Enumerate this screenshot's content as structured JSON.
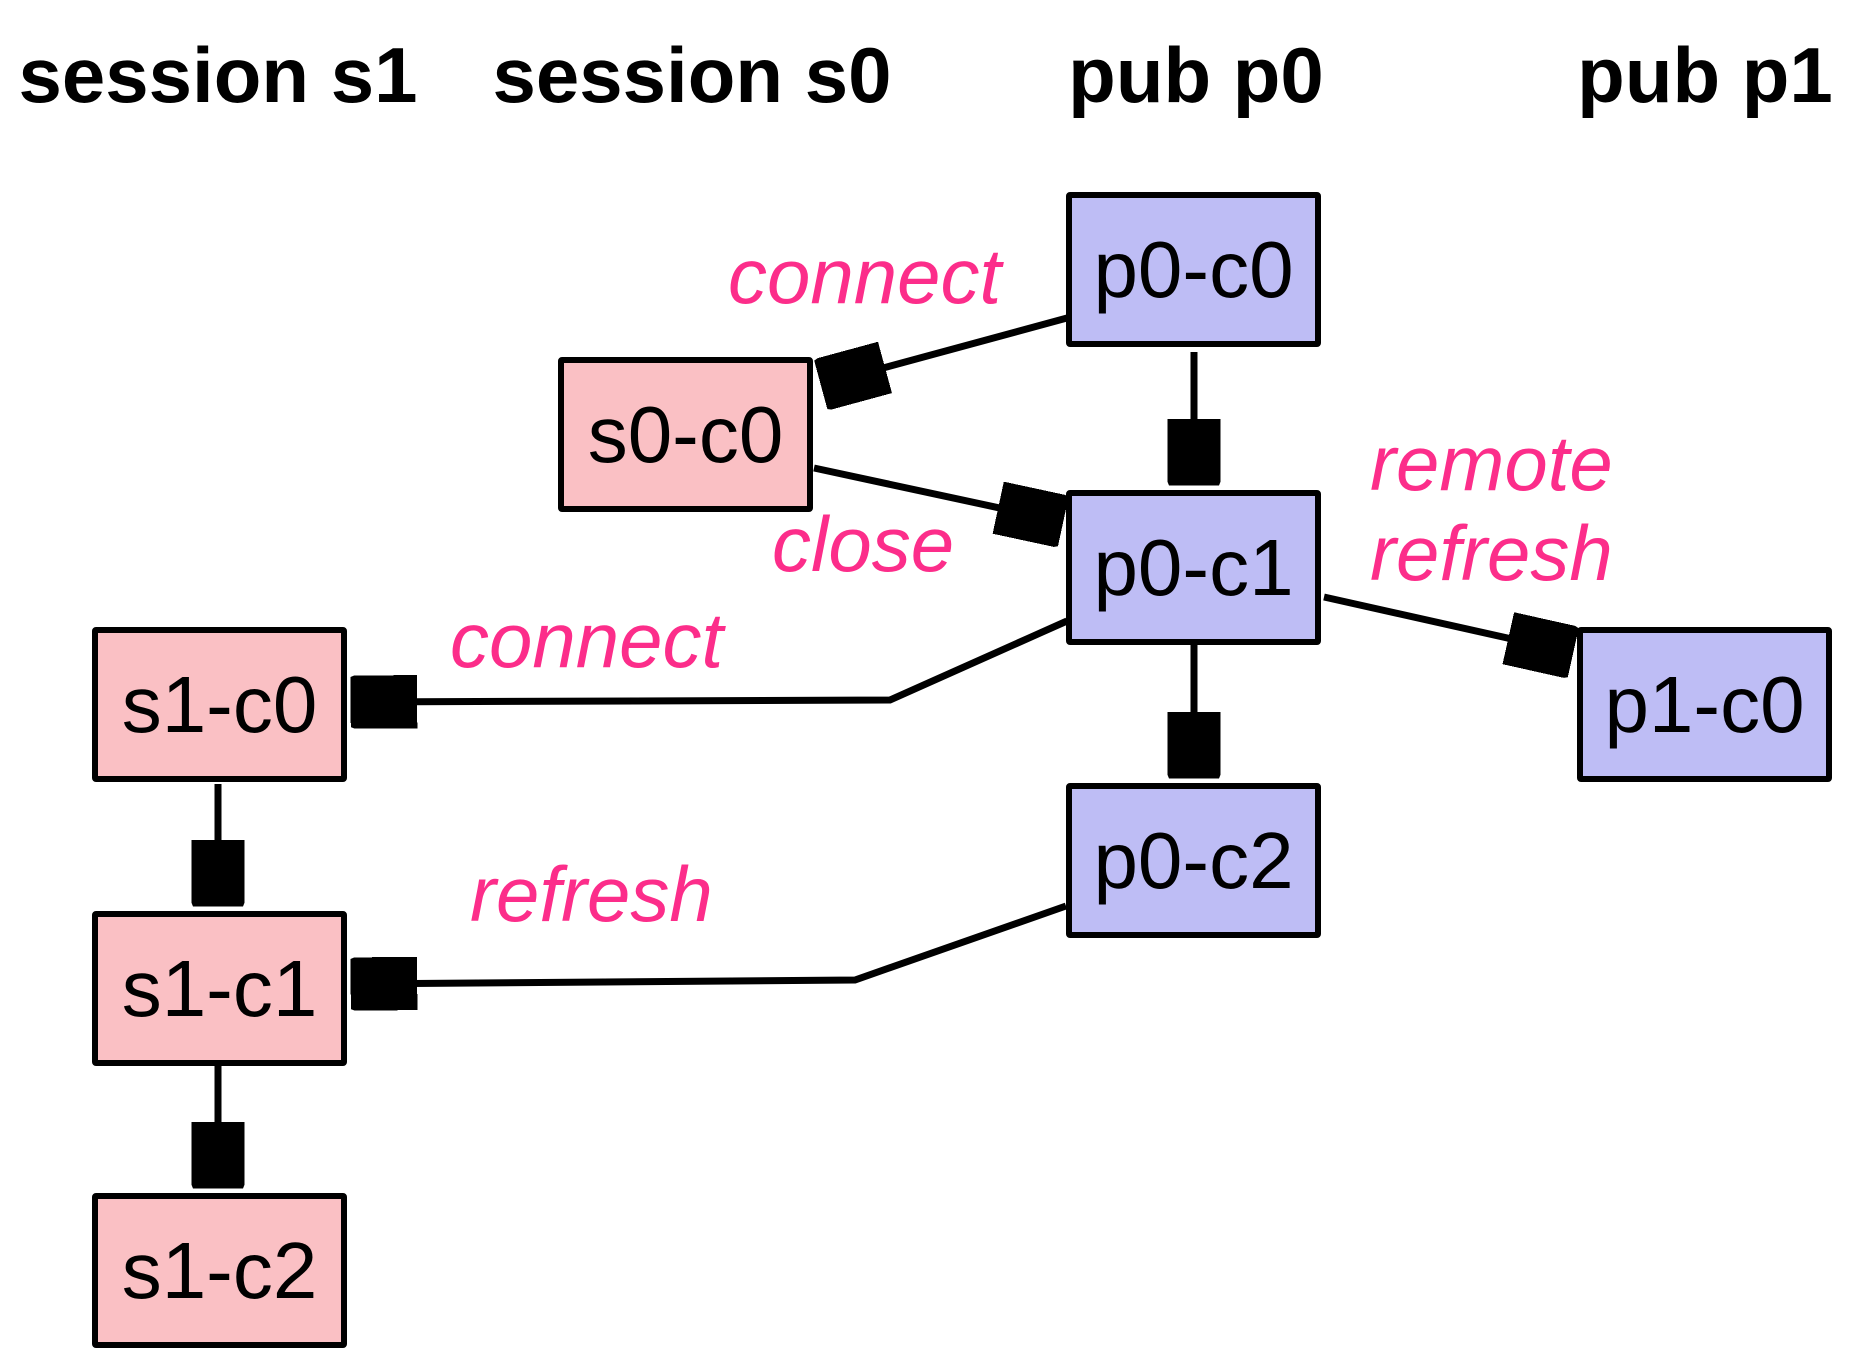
{
  "diagram": {
    "headers": [
      {
        "id": "session-s1",
        "label": "session s1"
      },
      {
        "id": "session-s0",
        "label": "session s0"
      },
      {
        "id": "pub-p0",
        "label": "pub p0"
      },
      {
        "id": "pub-p1",
        "label": "pub p1"
      }
    ],
    "nodes": [
      {
        "id": "p0-c0",
        "label": "p0-c0",
        "type": "pub"
      },
      {
        "id": "s0-c0",
        "label": "s0-c0",
        "type": "session"
      },
      {
        "id": "p0-c1",
        "label": "p0-c1",
        "type": "pub"
      },
      {
        "id": "p1-c0",
        "label": "p1-c0",
        "type": "pub"
      },
      {
        "id": "s1-c0",
        "label": "s1-c0",
        "type": "session"
      },
      {
        "id": "p0-c2",
        "label": "p0-c2",
        "type": "pub"
      },
      {
        "id": "s1-c1",
        "label": "s1-c1",
        "type": "session"
      },
      {
        "id": "s1-c2",
        "label": "s1-c2",
        "type": "session"
      }
    ],
    "edge_labels": {
      "connect_top": "connect",
      "close": "close",
      "remote_refresh_line1": "remote",
      "remote_refresh_line2": "refresh",
      "connect_left": "connect",
      "refresh": "refresh"
    },
    "edges": [
      {
        "from": "p0-c0",
        "to": "s0-c0",
        "label": "connect"
      },
      {
        "from": "p0-c0",
        "to": "p0-c1",
        "label": ""
      },
      {
        "from": "s0-c0",
        "to": "p0-c1",
        "label": "close"
      },
      {
        "from": "p0-c1",
        "to": "p1-c0",
        "label": "remote refresh"
      },
      {
        "from": "p0-c1",
        "to": "s1-c0",
        "label": "connect"
      },
      {
        "from": "p0-c1",
        "to": "p0-c2",
        "label": ""
      },
      {
        "from": "p0-c2",
        "to": "s1-c1",
        "label": "refresh"
      },
      {
        "from": "s1-c0",
        "to": "s1-c1",
        "label": ""
      },
      {
        "from": "s1-c1",
        "to": "s1-c2",
        "label": ""
      }
    ],
    "colors": {
      "pub_fill": "#bebdf5",
      "session_fill": "#fac0c4",
      "label_pink": "#fc2d8a",
      "line": "#000000"
    }
  }
}
